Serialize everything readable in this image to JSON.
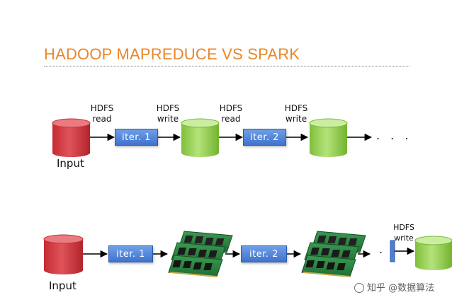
{
  "title": "HADOOP MAPREDUCE VS SPARK",
  "hadoop": {
    "input_label": "Input",
    "iter1": "iter. 1",
    "iter2": "iter. 2",
    "read1": [
      "HDFS",
      "read"
    ],
    "write1": [
      "HDFS",
      "write"
    ],
    "read2": [
      "HDFS",
      "read"
    ],
    "write2": [
      "HDFS",
      "write"
    ],
    "ellipsis": ". . ."
  },
  "spark": {
    "input_label": "Input",
    "iter1": "iter. 1",
    "iter2": "iter. 2",
    "write": [
      "HDFS",
      "write"
    ],
    "dot": "."
  },
  "colors": {
    "title": "#e8862a",
    "input_db": "#d9343c",
    "hdfs_db": "#92d050",
    "iter_box": "#4a7fd8"
  },
  "watermark": "知乎 @数据算法",
  "icons": [
    "database-icon",
    "ram-module-icon",
    "arrow-icon"
  ]
}
